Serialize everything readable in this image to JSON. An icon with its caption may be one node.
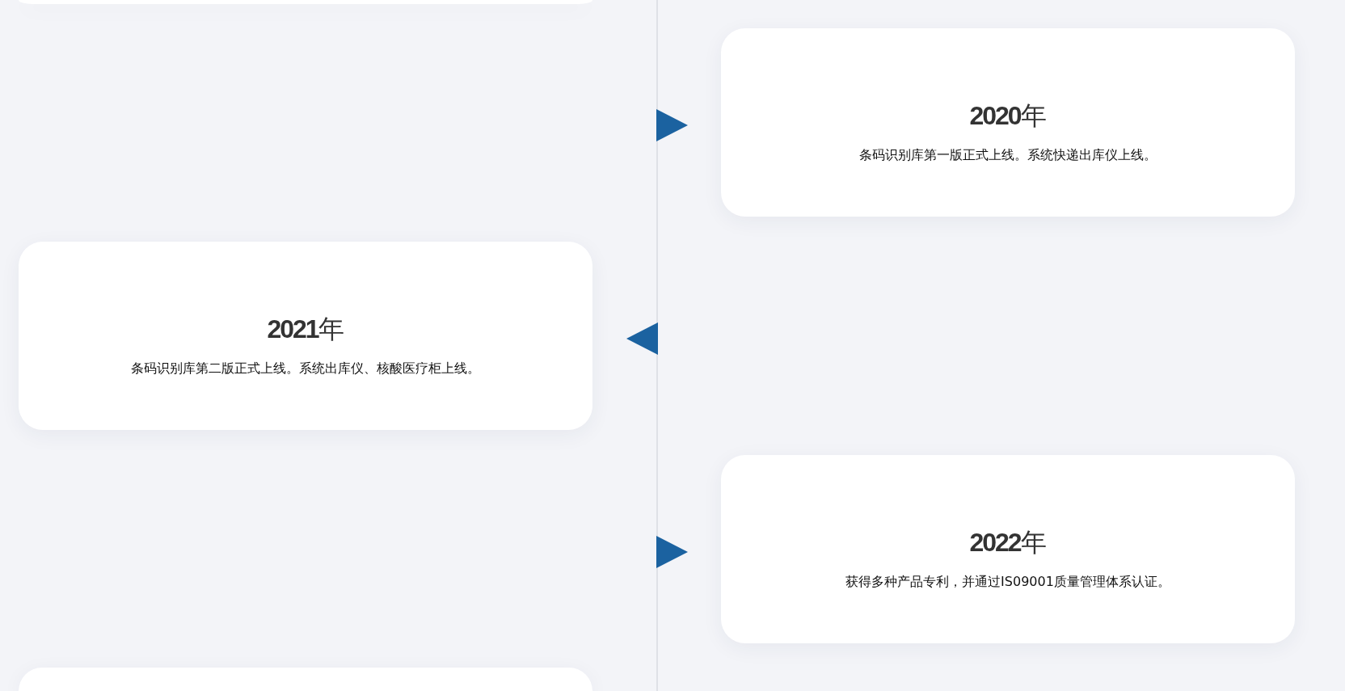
{
  "diagram": {
    "nodes": [
      {
        "text": [],
        "shape": "box"
      },
      {
        "text": [
          "**2020**年",
          "条码识别库第一版正式上线。系统快递出库仪上线。"
        ]
      },
      {
        "text": [
          "**2021**年",
          "条码识别库第二版正式上线。系统出库仪、核酸医疗柜上线。"
        ]
      },
      {
        "text": [
          "**2022**年",
          "获得多种产品专利，并通过IS09001质量管理体系认证。"
        ]
      },
      {
        "text": [],
        "shape": "box"
      }
    ]
  }
}
